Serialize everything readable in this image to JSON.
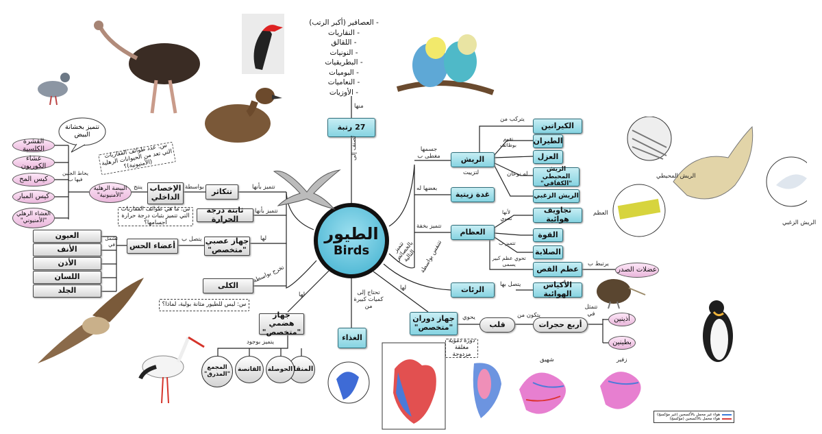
{
  "center": {
    "title_ar": "الطيور",
    "title_en": "Birds"
  },
  "orders": {
    "label": "منها",
    "box": "27 رتبة",
    "list": [
      "- العصافير (أكبر الرتب)",
      "- النقاريات",
      "- اللقالق",
      "- النونيات",
      "- البطريقيات",
      "- البوميات",
      "- النعاميات",
      "- الأوزيات"
    ]
  },
  "classify_label": "تُصنف إلى",
  "right": {
    "body_cover": {
      "label": "جسمها مغطى ب",
      "box": "الريش",
      "composed_label": "يتركب من",
      "composed": "الكيراتين",
      "functions_label": "تقوم بوظائف",
      "functions": [
        "الطيران",
        "العزل"
      ],
      "types_label": "له نوعان",
      "types": [
        "الريش المحيطي \"الكفافي\"",
        "الريش الزغبي"
      ],
      "preen_label": "لتزييت",
      "oil_label": "بعضها له",
      "oil_gland": "غدة زيتية"
    },
    "bones": {
      "label": "تتميز بخفة",
      "box": "العظام",
      "air_label": "لأنها تحوي",
      "air": "تجاويف هوائية",
      "strength_label": "تتميز ب",
      "strength": [
        "القوة",
        "الصلابة"
      ],
      "keel_label": "تحوي عظم كبير يسمى",
      "keel": "عظم القص",
      "keel_link_label": "يرتبط ب",
      "chest_muscles": "عضلات الصدر"
    },
    "breathing": {
      "label": "تتنفس بواسطة",
      "box": "الرئات",
      "sacs_label": "يتصل بها",
      "sacs": "الأكياس الهوائية"
    },
    "features_label": "تتميز بالخصائص التالية"
  },
  "left": {
    "reproduction": {
      "label": "تتميز بأنها",
      "box": "تتكاثر",
      "via_label": "بواسطة",
      "fert": "الإخصاب الداخلي",
      "produce_label": "ينتج",
      "egg": "البيضة الرهلية \"الأمنيونية\"",
      "membranes_label": "يحاط الجنين فيها ب",
      "membranes": [
        "القشرة الكلسية",
        "غشاء الكوريون",
        "كيس المح",
        "كيس المبار",
        "الغشاء الرهلي \"الأمنيوني\""
      ],
      "shell_note": "تتميز بخشانة البيض",
      "question": "س: عدد طوائف الفقاريات التي تعد من الحيوانات الرهلية (الأمنيونية)؟"
    },
    "temperature": {
      "label": "تتميز بأنها",
      "box": "ثابتة درجة الحرارة",
      "question": "س: ما هي طوائف الفقاريات التي تتميز بثبات درجة حرارة أجسامها؟"
    },
    "nervous": {
      "label": "لها",
      "box": "جهاز عصبي \"متخصص\"",
      "link_label": "يتصل ب",
      "sense": "أعضاء الحس",
      "include_label": "تشمل في",
      "organs": [
        "العيون",
        "الأنف",
        "الأذن",
        "اللسان",
        "الجلد"
      ]
    },
    "excretion": {
      "label": "تخرج بواسطة",
      "box": "الكلى",
      "question": "س: ليس للطيور مثانة بولية، لماذا؟"
    }
  },
  "bottom": {
    "digestive": {
      "label": "لها",
      "box": "جهاز هضمي \"متخصص\"",
      "parts_label": "يتميز بوجود",
      "parts": [
        "المنقار",
        "الحوصلة",
        "القانصة",
        "المجمع \"المذرق\""
      ]
    },
    "food": {
      "label": "تحتاج إلى كميات كبيرة من",
      "box": "الغذاء"
    },
    "circulatory": {
      "label": "لها",
      "box": "جهاز دوران \"متخصص\"",
      "loop_note": "دورة دموية مغلقة مزدوجة",
      "contains_label": "يحوي",
      "heart": "قلب",
      "consists_label": "يتكون من",
      "chambers": "أربع حجرات",
      "include_label": "تتمثل في",
      "atria": "أذينين",
      "ventricles": "بطينين"
    }
  },
  "figures": {
    "feather_outer": "الريش المحيطي",
    "feather_down": "الريش الزغبي",
    "bone": "العظم",
    "inhale": "شهيق",
    "exhale": "زفير"
  },
  "legend": {
    "items": [
      {
        "text": "هواء غير محمل بالأكسجين (غير مؤكسج)",
        "color": "#3b7bd9"
      },
      {
        "text": "هواء محمل بالأكسجين (مؤكسج)",
        "color": "#d83a3a"
      }
    ]
  },
  "colors": {
    "teal": "#86d3e1",
    "pink": "#eab8dc",
    "center": "#3fb0cf",
    "blue_air": "#3b7bd9",
    "red_air": "#d83a3a"
  }
}
